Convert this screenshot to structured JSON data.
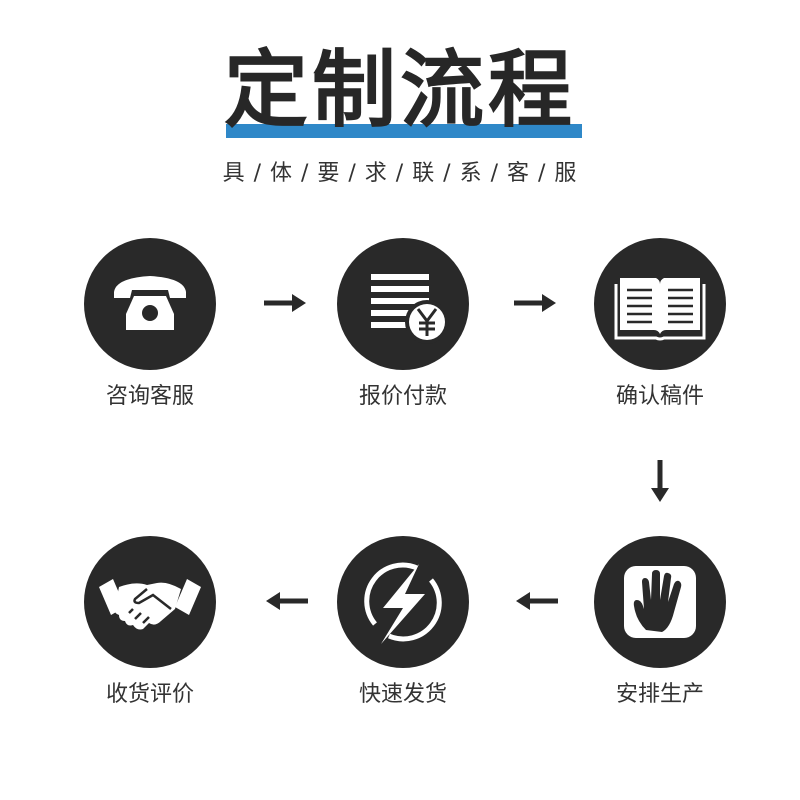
{
  "header": {
    "title": "定制流程",
    "subtitle": "具 / 体 / 要 / 求 / 联 / 系 / 客 / 服"
  },
  "steps": [
    {
      "label": "咨询客服",
      "icon": "telephone-icon"
    },
    {
      "label": "报价付款",
      "icon": "invoice-yen-icon"
    },
    {
      "label": "确认稿件",
      "icon": "open-book-icon"
    },
    {
      "label": "安排生产",
      "icon": "hand-icon"
    },
    {
      "label": "快速发货",
      "icon": "lightning-icon"
    },
    {
      "label": "收货评价",
      "icon": "handshake-icon"
    }
  ],
  "colors": {
    "dark": "#292929",
    "accent": "#2f88c8",
    "background": "#ffffff"
  }
}
